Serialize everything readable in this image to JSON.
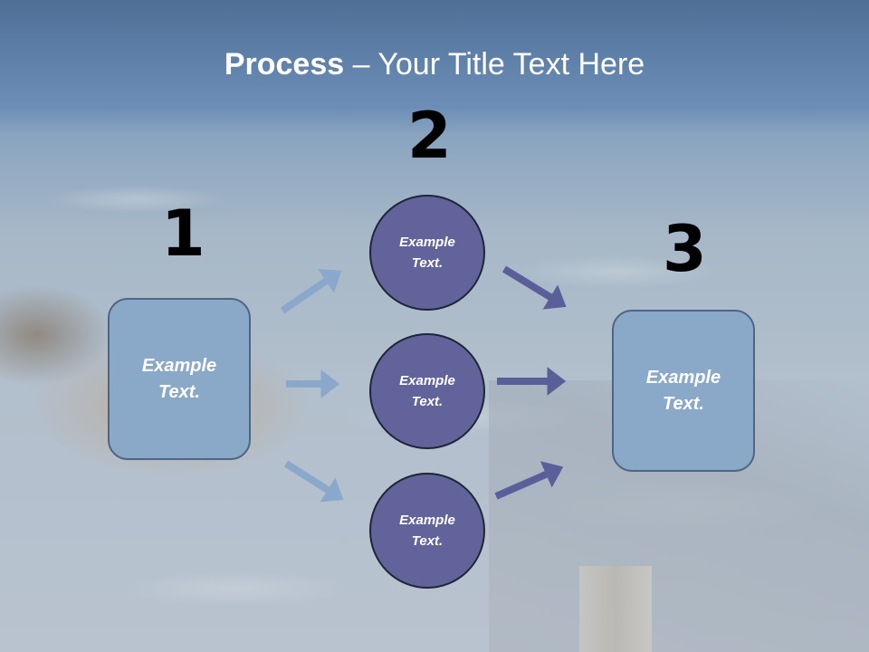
{
  "title": {
    "bold": "Process",
    "rest": " – Your Title Text Here"
  },
  "steps": [
    {
      "number": "1",
      "label_line1": "Example",
      "label_line2": "Text."
    },
    {
      "number": "2"
    },
    {
      "number": "3",
      "label_line1": "Example",
      "label_line2": "Text."
    }
  ],
  "circles": [
    {
      "label_line1": "Example",
      "label_line2": "Text."
    },
    {
      "label_line1": "Example",
      "label_line2": "Text."
    },
    {
      "label_line1": "Example",
      "label_line2": "Text."
    }
  ],
  "colors": {
    "box_fill": "#8aa8c8",
    "circle_fill": "#62639a",
    "arrow_in": "#8aa8cc",
    "arrow_out": "#5a5f9a"
  }
}
